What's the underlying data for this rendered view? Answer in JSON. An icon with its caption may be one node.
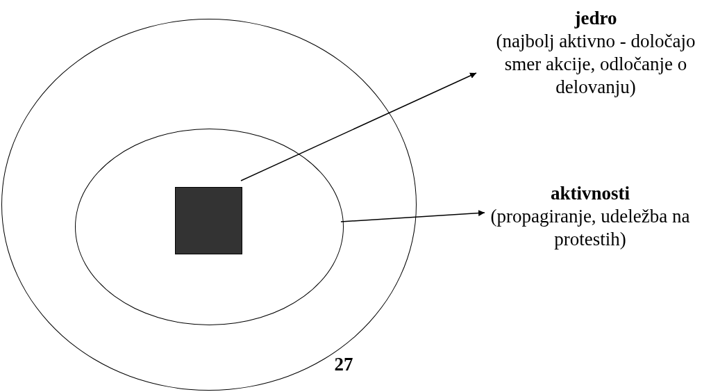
{
  "diagram": {
    "nodes": [
      {
        "text": [],
        "shape": "ellipse"
      },
      {
        "text": [],
        "shape": "ellipse",
        "in": 0
      },
      {
        "text": [],
        "shape": "box",
        "in": 1
      },
      {
        "text": [
          "jedro",
          "(najbolj aktivno - določajo smer akcije, odločanje o delovanju)"
        ]
      },
      {
        "text": [
          "aktivnosti",
          "(propagiranje, udeležba na protestih)"
        ]
      }
    ],
    "edges": [
      {
        "from": 2,
        "to": 3,
        "arrow": "to"
      },
      {
        "from": 1,
        "to": 4,
        "arrow": "to"
      }
    ],
    "labels": [
      "27"
    ]
  }
}
